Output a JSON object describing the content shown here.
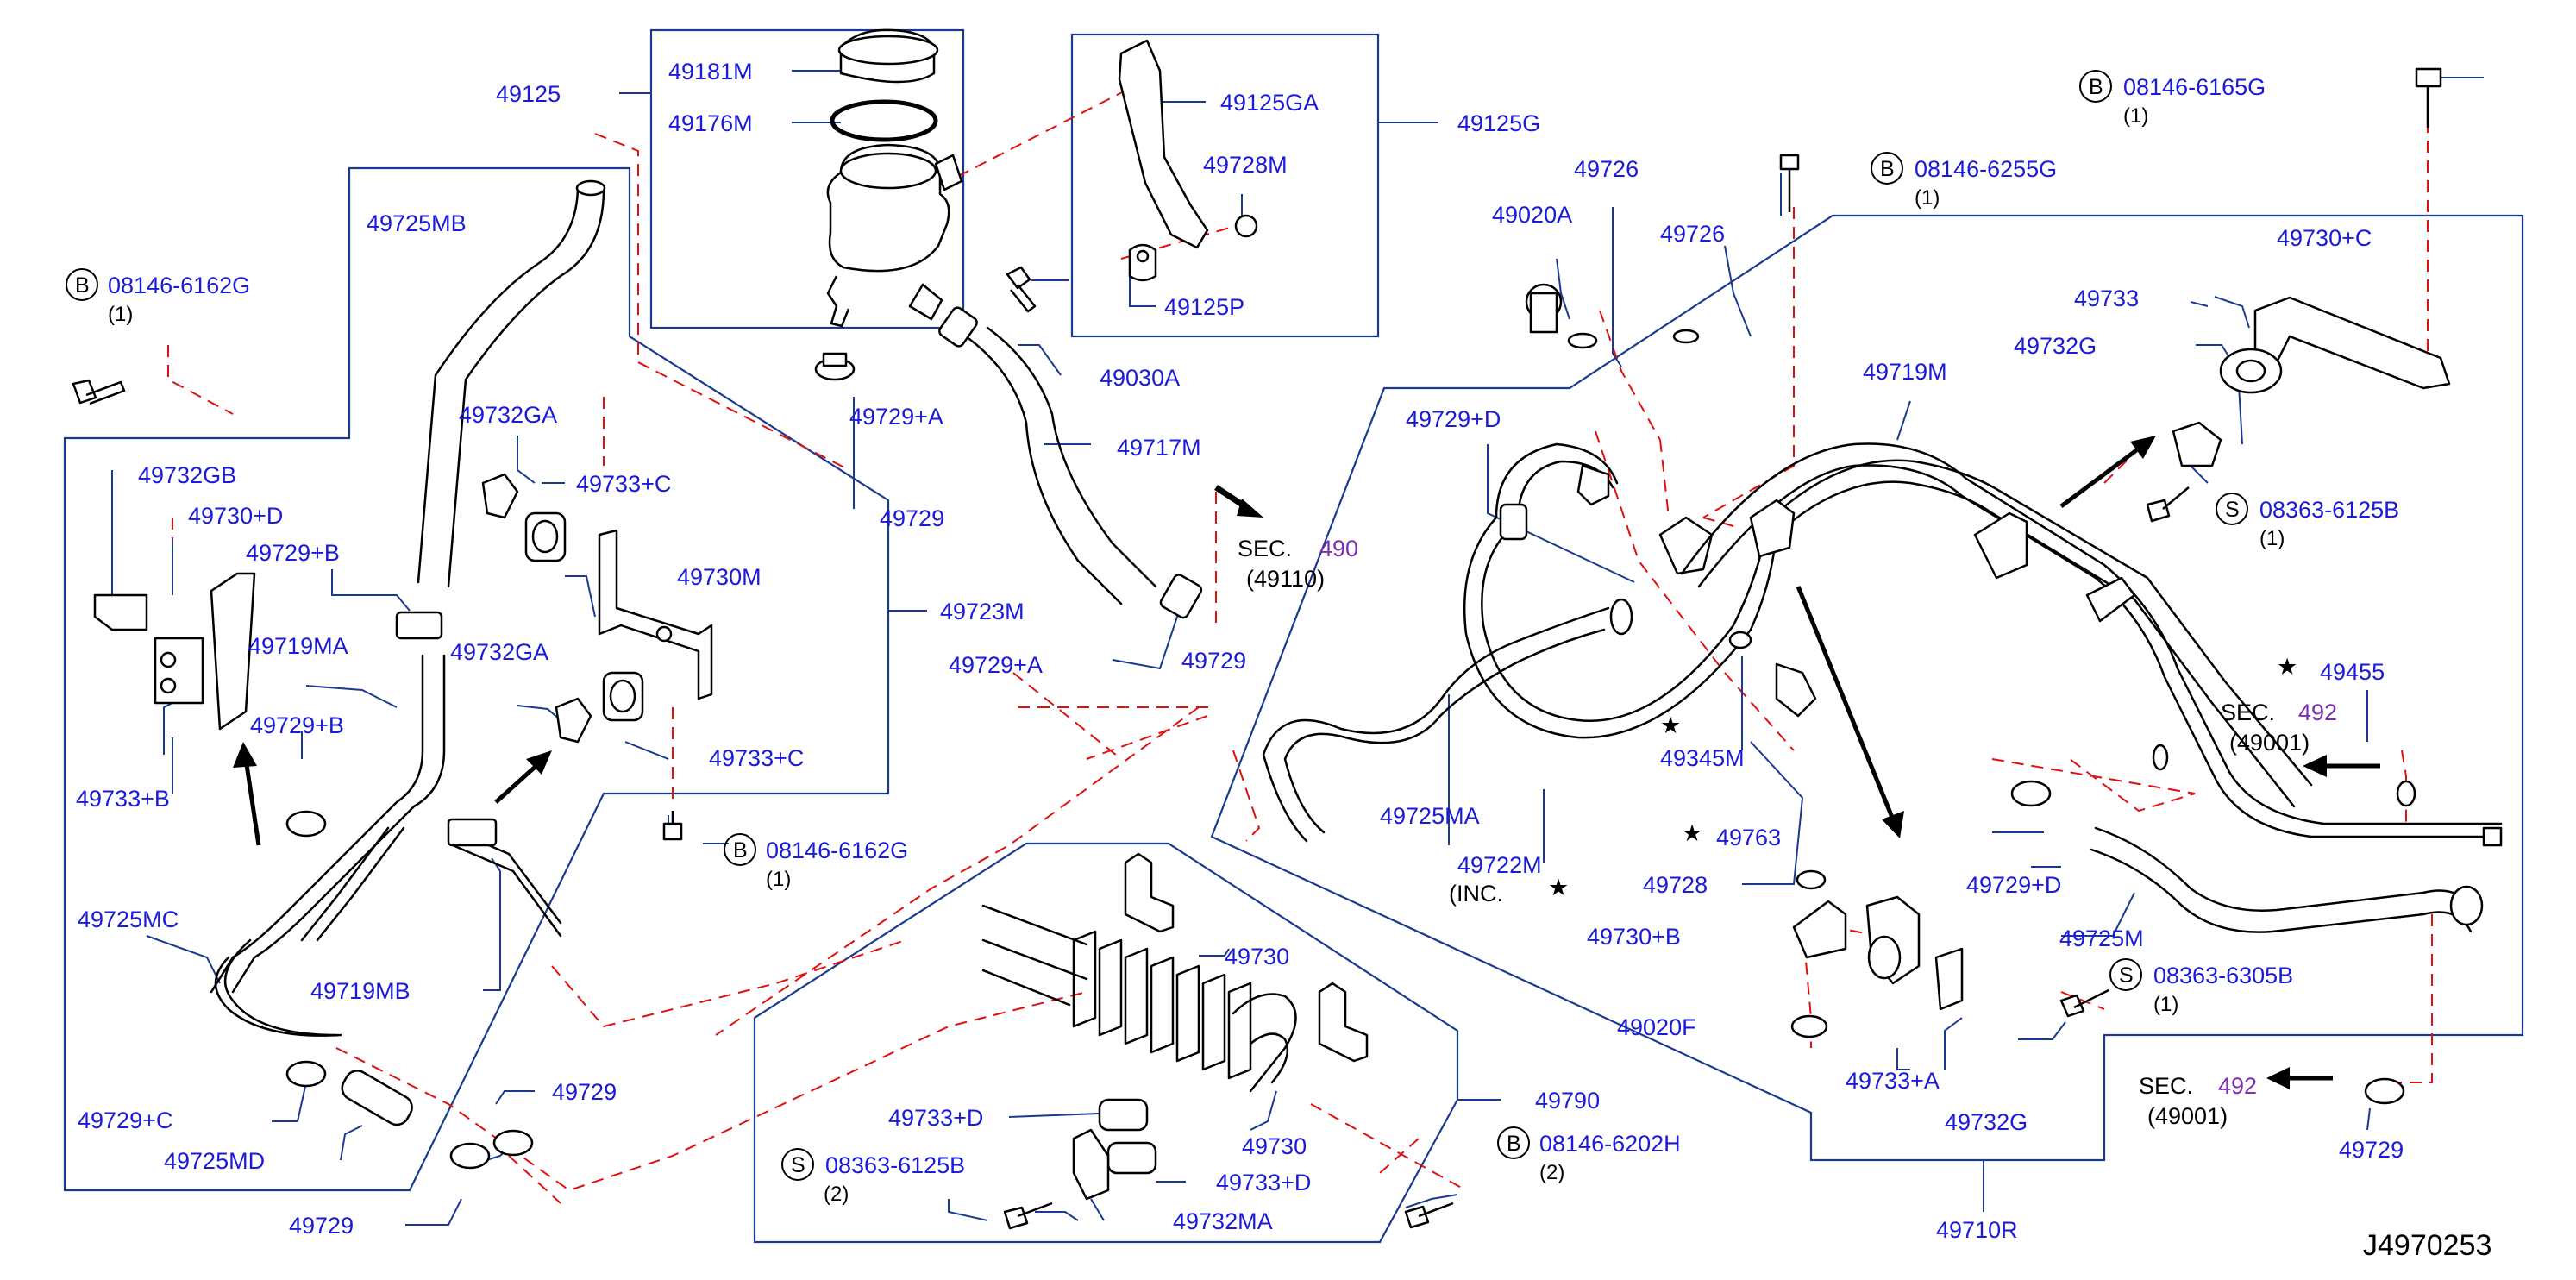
{
  "diagram_code": "J4970253",
  "labels": {
    "l49125": "49125",
    "l49181M": "49181M",
    "l49176M": "49176M",
    "l49125GA": "49125GA",
    "l49125G": "49125G",
    "l49728M": "49728M",
    "l49125P": "49125P",
    "l49030A": "49030A",
    "l49725MB": "49725MB",
    "l49729A1": "49729+A",
    "l49729a": "49729",
    "l49717M": "49717M",
    "l49732GA1": "49732GA",
    "l49733C1": "49733+C",
    "l49730M": "49730M",
    "l49723M": "49723M",
    "l49729A2": "49729+A",
    "l49729b": "49729",
    "l49732GB": "49732GB",
    "l49730D": "49730+D",
    "l49729B1": "49729+B",
    "l49719MA": "49719MA",
    "l49732GA2": "49732GA",
    "l49729B2": "49729+B",
    "l49733C2": "49733+C",
    "l49733B": "49733+B",
    "l49725MC": "49725MC",
    "l49719MB": "49719MB",
    "l49729C": "49729+C",
    "l49729c": "49729",
    "l49725MD": "49725MD",
    "l49729d": "49729",
    "l49730a": "49730",
    "l49733D1": "49733+D",
    "l49730b": "49730",
    "l49733D2": "49733+D",
    "l49732MA": "49732MA",
    "l49790": "49790",
    "l49726a": "49726",
    "l49020A": "49020A",
    "l49726b": "49726",
    "l49719M": "49719M",
    "l49729D1": "49729+D",
    "l49730C": "49730+C",
    "l49733": "49733",
    "l49732G1": "49732G",
    "l49725MA": "49725MA",
    "l49722M": "49722M",
    "l49345M": "49345M",
    "l49763": "49763",
    "l49455": "49455",
    "l49729D2": "49729+D",
    "l49728": "49728",
    "l49730B": "49730+B",
    "l49020F": "49020F",
    "l49733A": "49733+A",
    "l49732G2": "49732G",
    "l49725M": "49725M",
    "l49710R": "49710R",
    "l49729e": "49729"
  },
  "inc_note": "(INC.",
  "sec": {
    "s490": {
      "prefix": "SEC.",
      "num": "490",
      "sub": "(49110)"
    },
    "s492a": {
      "prefix": "SEC.",
      "num": "492",
      "sub": "(49001)"
    },
    "s492b": {
      "prefix": "SEC.",
      "num": "492",
      "sub": "(49001)"
    }
  },
  "bolts": {
    "b1": {
      "letter": "B",
      "code": "08146-6162G",
      "qty": "(1)"
    },
    "b2": {
      "letter": "B",
      "code": "08146-6162G",
      "qty": "(1)"
    },
    "b3": {
      "letter": "B",
      "code": "08146-6255G",
      "qty": "(1)"
    },
    "b4": {
      "letter": "B",
      "code": "08146-6165G",
      "qty": "(1)"
    },
    "b5": {
      "letter": "B",
      "code": "08146-6202H",
      "qty": "(2)"
    },
    "s1": {
      "letter": "S",
      "code": "08363-6125B",
      "qty": "(1)"
    },
    "s2": {
      "letter": "S",
      "code": "08363-6305B",
      "qty": "(1)"
    },
    "s3": {
      "letter": "S",
      "code": "08363-6125B",
      "qty": "(2)"
    }
  },
  "colors": {
    "label": "#1a1adb",
    "leader": "#1a3a8f",
    "dash": "#e01010",
    "sec_num": "#7a2fb0"
  }
}
